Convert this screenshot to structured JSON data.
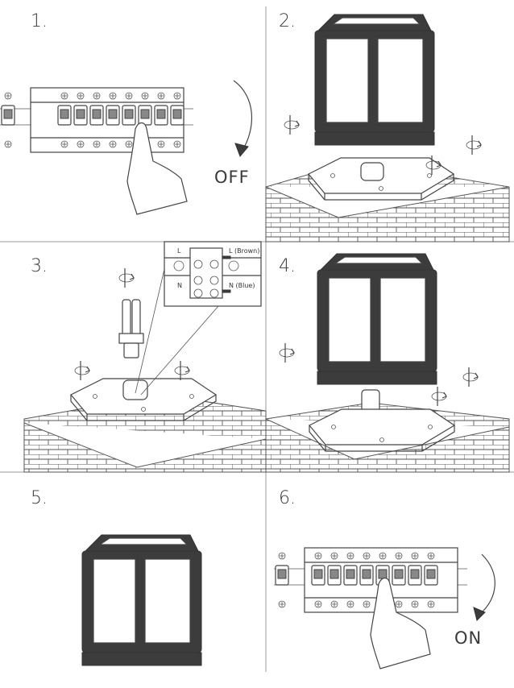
{
  "steps": [
    {
      "number": "1.",
      "label": "OFF"
    },
    {
      "number": "2."
    },
    {
      "number": "3."
    },
    {
      "number": "4."
    },
    {
      "number": "5."
    },
    {
      "number": "6.",
      "label": "ON"
    }
  ],
  "wiring": {
    "left_l": "L",
    "left_n": "N",
    "right_l": "L (Brown)",
    "right_n": "N (Blue)"
  },
  "colors": {
    "line": "#444444",
    "lamp_body": "#3c3c3c",
    "background": "#ffffff"
  }
}
